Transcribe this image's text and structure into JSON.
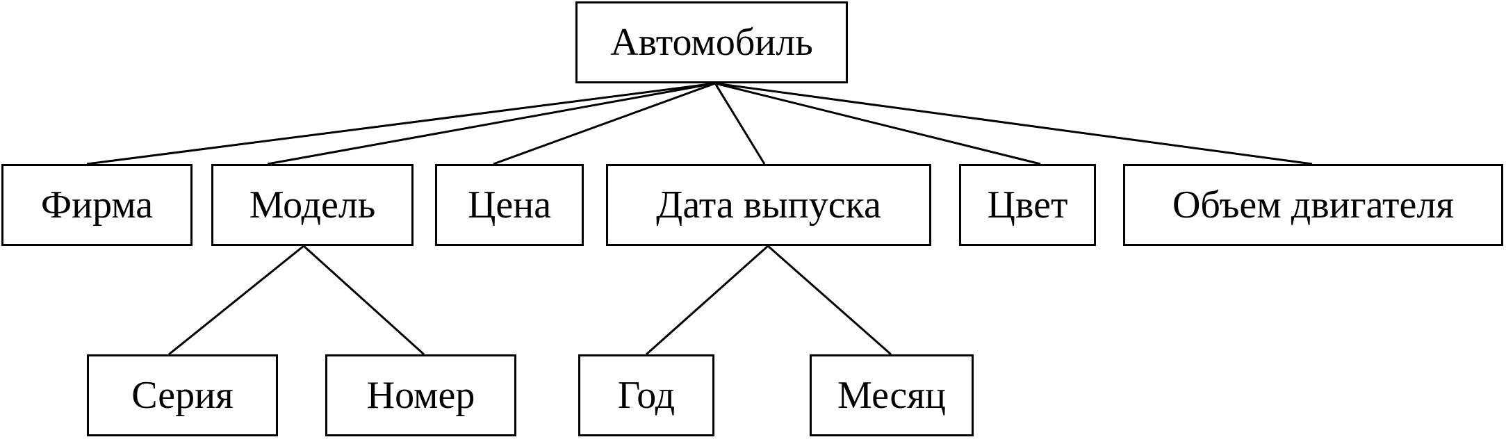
{
  "root": {
    "label": "Автомобиль"
  },
  "attributes": [
    {
      "label": "Фирма"
    },
    {
      "label": "Модель"
    },
    {
      "label": "Цена"
    },
    {
      "label": "Дата выпуска"
    },
    {
      "label": "Цвет"
    },
    {
      "label": "Объем двигателя"
    }
  ],
  "model_children": [
    {
      "label": "Серия"
    },
    {
      "label": "Номер"
    }
  ],
  "date_children": [
    {
      "label": "Год"
    },
    {
      "label": "Месяц"
    }
  ],
  "colors": {
    "stroke": "#000000",
    "background": "#ffffff"
  }
}
